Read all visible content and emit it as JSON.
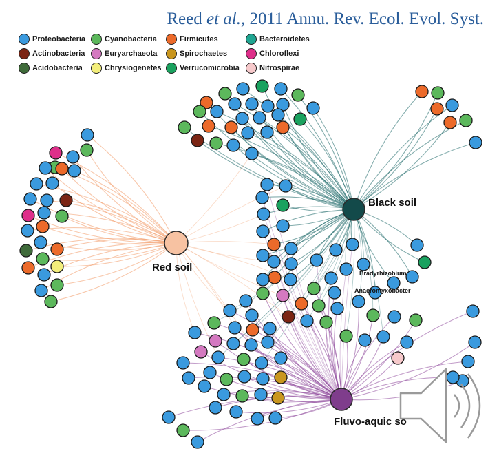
{
  "citation": {
    "authors": "Reed ",
    "et_al": "et al.,",
    "rest": " 2011 Annu. Rev. Ecol. Evol. Syst."
  },
  "legend": [
    {
      "label": "Proteobacteria",
      "color": "#3a9ade"
    },
    {
      "label": "Cyanobacteria",
      "color": "#5cb85c"
    },
    {
      "label": "Firmicutes",
      "color": "#ec6a2a"
    },
    {
      "label": "Bacteroidetes",
      "color": "#1fa591"
    },
    {
      "label": "Actinobacteria",
      "color": "#7b2514"
    },
    {
      "label": "Euryarchaeota",
      "color": "#d479c0"
    },
    {
      "label": "Spirochaetes",
      "color": "#c9961e"
    },
    {
      "label": "Chloroflexi",
      "color": "#de2f8a"
    },
    {
      "label": "Acidobacteria",
      "color": "#3f6b3a"
    },
    {
      "label": "Chrysiogenetes",
      "color": "#f3ee7b"
    },
    {
      "label": "Verrucomicrobia",
      "color": "#1aa25f"
    },
    {
      "label": "Nitrospirae",
      "color": "#f6c9cb"
    }
  ],
  "hubs": {
    "red": {
      "label": "Red soil",
      "color": "#f7c2a2",
      "edge_color": "#f29a68"
    },
    "black": {
      "label": "Black soil",
      "color": "#134a4a",
      "edge_color": "#1f6a6a"
    },
    "fluvo": {
      "label": "Fluvo-aquic so",
      "color": "#7f3d8c",
      "edge_color": "#8f4b9c"
    }
  },
  "taxa_labels": [
    "Bradyrhizobium",
    "Anaeromyxobacter"
  ]
}
